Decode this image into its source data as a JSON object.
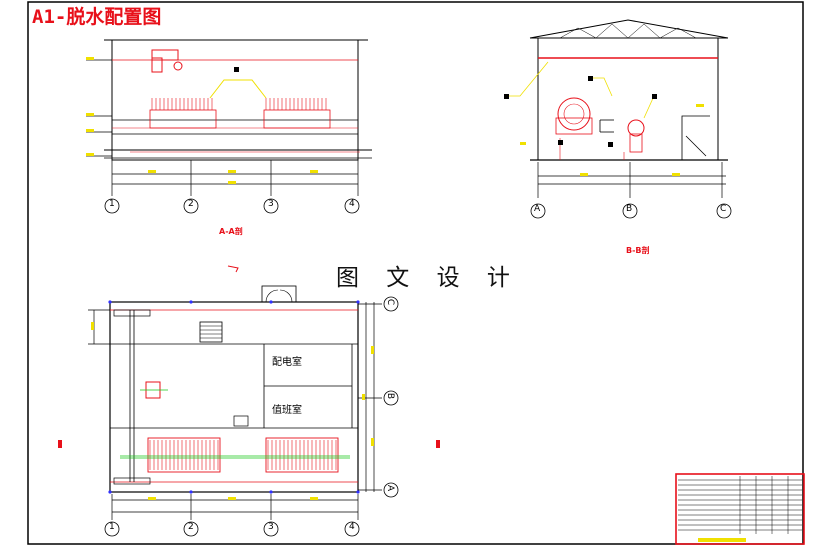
{
  "title": "A1-脱水配置图",
  "watermark": "图 文 设 计",
  "sections": {
    "aa_label": "A-A剖",
    "bb_label": "B-B剖"
  },
  "rooms": {
    "electrical": "配电室",
    "duty": "值班室"
  },
  "grid_numbers": [
    "1",
    "2",
    "3",
    "4"
  ],
  "grid_letters": [
    "A",
    "B",
    "C"
  ]
}
